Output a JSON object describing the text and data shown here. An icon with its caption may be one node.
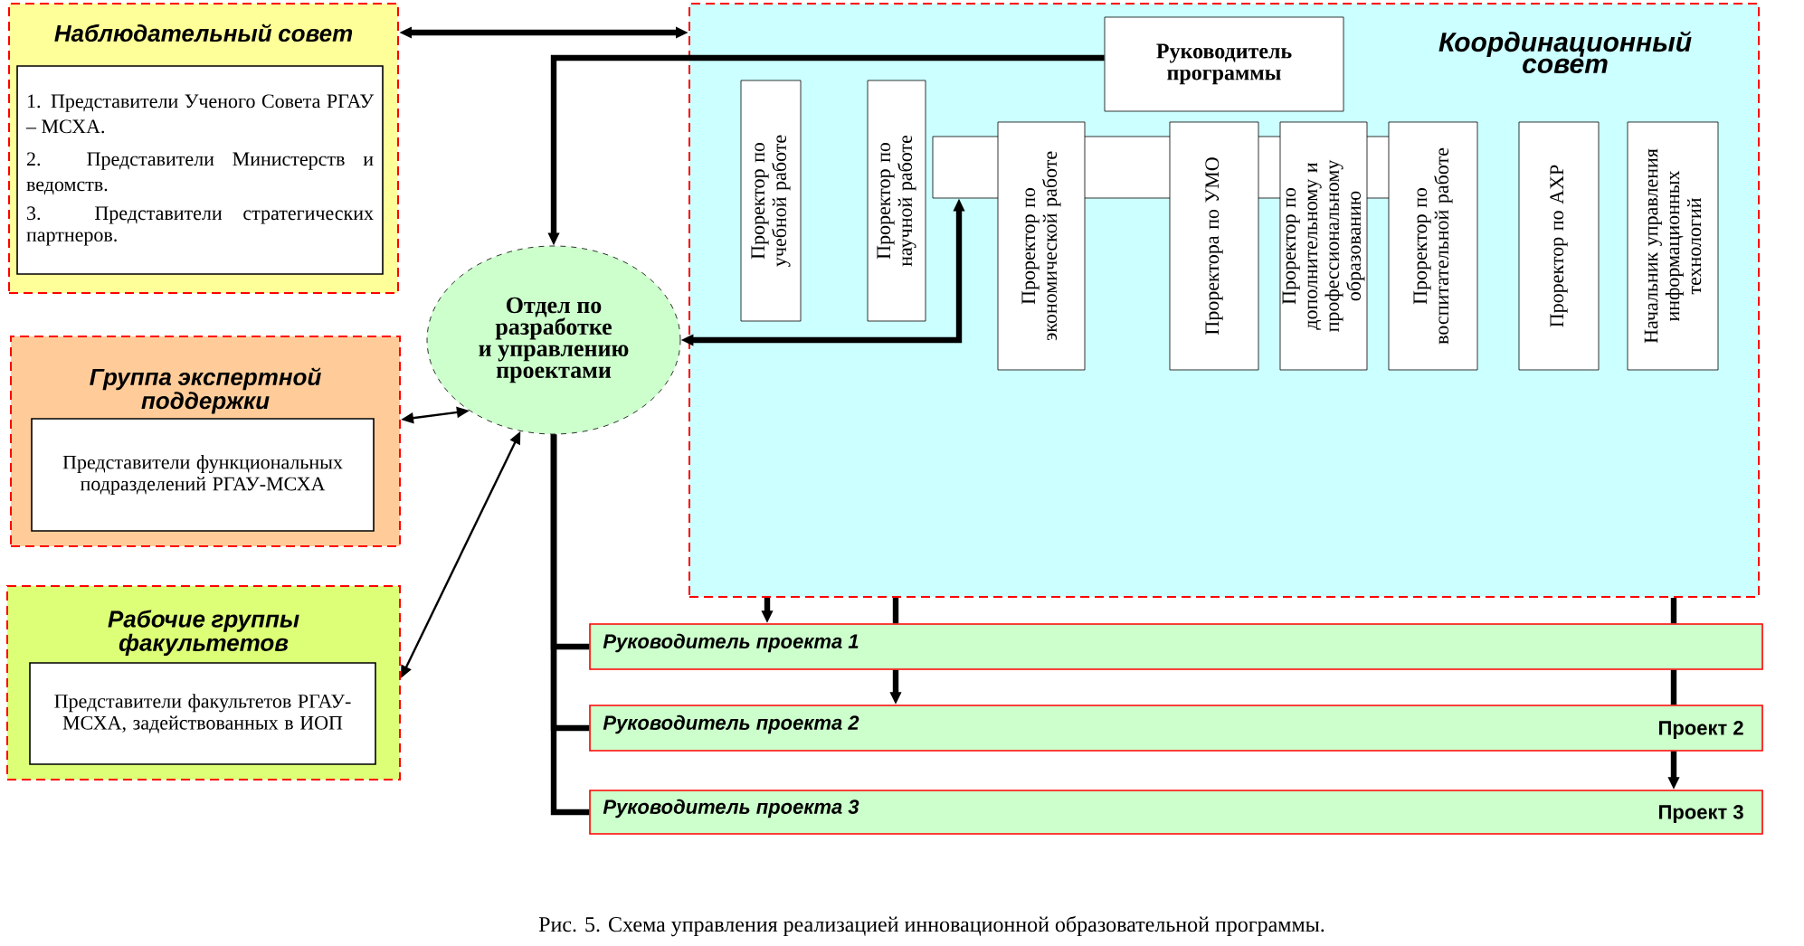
{
  "diagram": {
    "caption": "Рис. 5. Схема управления реализацией инновационной образовательной программы.",
    "nodes": [
      {
        "text": [
          "Наблюдательный совет"
        ]
      },
      {
        "text": [
          "1. Представители Ученого Совета РГАУ – МСХА.",
          "2. Представители Министерств и ведомств.",
          "3. Представители стратегических партнеров."
        ],
        "in": 0
      },
      {
        "text": [
          "Группа экспертной поддержки"
        ]
      },
      {
        "text": [
          "Представители функциональных подразделений РГАУ-МСХА"
        ],
        "in": 2
      },
      {
        "text": [
          "Рабочие группы факультетов"
        ]
      },
      {
        "text": [
          "Представители факультетов РГАУ-МСХА, задействованных в ИОП"
        ],
        "in": 4
      },
      {
        "text": [
          "Отдел по разработке и управлению проектами"
        ]
      },
      {
        "text": [
          "Координационный совет"
        ]
      },
      {
        "text": [
          "Руководитель программы"
        ],
        "in": 7
      },
      {
        "text": [],
        "shape": "box",
        "in": 7
      },
      {
        "text": [
          "Проректор по учебной работе"
        ],
        "in": 7
      },
      {
        "text": [
          "Проректор по научной работе"
        ],
        "in": 7
      },
      {
        "text": [
          "Проректор по экономической работе"
        ],
        "in": 7
      },
      {
        "text": [
          "Проректора по УМО"
        ],
        "in": 7
      },
      {
        "text": [
          "Проректор по дополнительному и профессиональному образованию"
        ],
        "in": 7
      },
      {
        "text": [
          "Проректор по воспитательной работе"
        ],
        "in": 7
      },
      {
        "text": [
          "Проректор по АХР"
        ],
        "in": 7
      },
      {
        "text": [
          "Начальник управления информационных технологий"
        ],
        "in": 7
      },
      {
        "text": [
          "Руководитель проекта 1"
        ]
      },
      {
        "text": [
          "Руководитель проекта 2",
          "Проект 2"
        ]
      },
      {
        "text": [
          "Руководитель проекта 3",
          "Проект 3"
        ]
      }
    ],
    "edges": [
      {
        "from": 0,
        "to": 7,
        "arrow": "both"
      },
      {
        "from": 8,
        "to": 6,
        "arrow": "to"
      },
      {
        "from": 6,
        "to": 9,
        "arrow": "both"
      },
      {
        "from": 2,
        "to": 6,
        "arrow": "both"
      },
      {
        "from": 6,
        "to": 4,
        "arrow": "both"
      },
      {
        "from": 6,
        "to": 18,
        "arrow": "none"
      },
      {
        "from": 6,
        "to": 19,
        "arrow": "none"
      },
      {
        "from": 6,
        "to": 20,
        "arrow": "none"
      },
      {
        "from": 7,
        "to": 18,
        "arrow": "to"
      },
      {
        "from": 7,
        "to": 18,
        "arrow": "none"
      },
      {
        "from": 18,
        "to": 19,
        "arrow": "to"
      },
      {
        "from": 7,
        "to": 18,
        "arrow": "none"
      },
      {
        "from": 18,
        "to": 19,
        "arrow": "none"
      },
      {
        "from": 19,
        "to": 20,
        "arrow": "to"
      }
    ]
  }
}
